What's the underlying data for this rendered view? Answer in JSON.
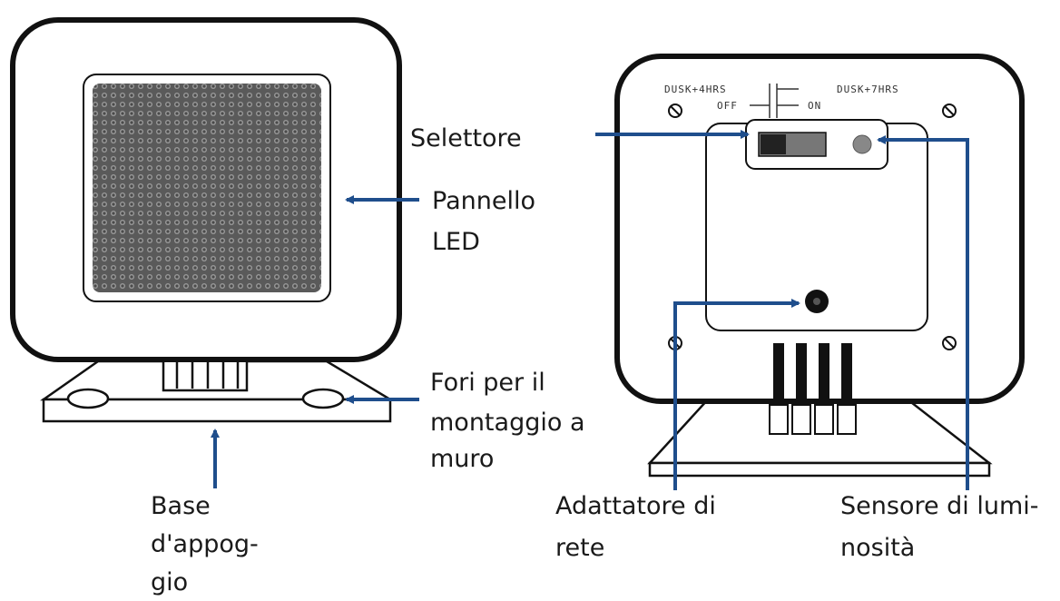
{
  "labels": {
    "selector": "Selettore",
    "led_panel": [
      "Pannello",
      "LED"
    ],
    "mount_holes": [
      "Fori per il",
      "montaggio a",
      "muro"
    ],
    "base": [
      "Base",
      "d'appog-",
      "gio"
    ],
    "adapter": [
      "Adattatore di",
      "rete"
    ],
    "light_sensor": [
      "Sensore di lumi-",
      "nosità"
    ]
  },
  "device_markings": {
    "left_top": "DUSK+4HRS",
    "right_top": "DUSK+7HRS",
    "switch_left": "OFF",
    "switch_right": "ON"
  },
  "colors": {
    "arrow": "#1f4e8c",
    "outline": "#111111",
    "text": "#1a1a1a"
  }
}
